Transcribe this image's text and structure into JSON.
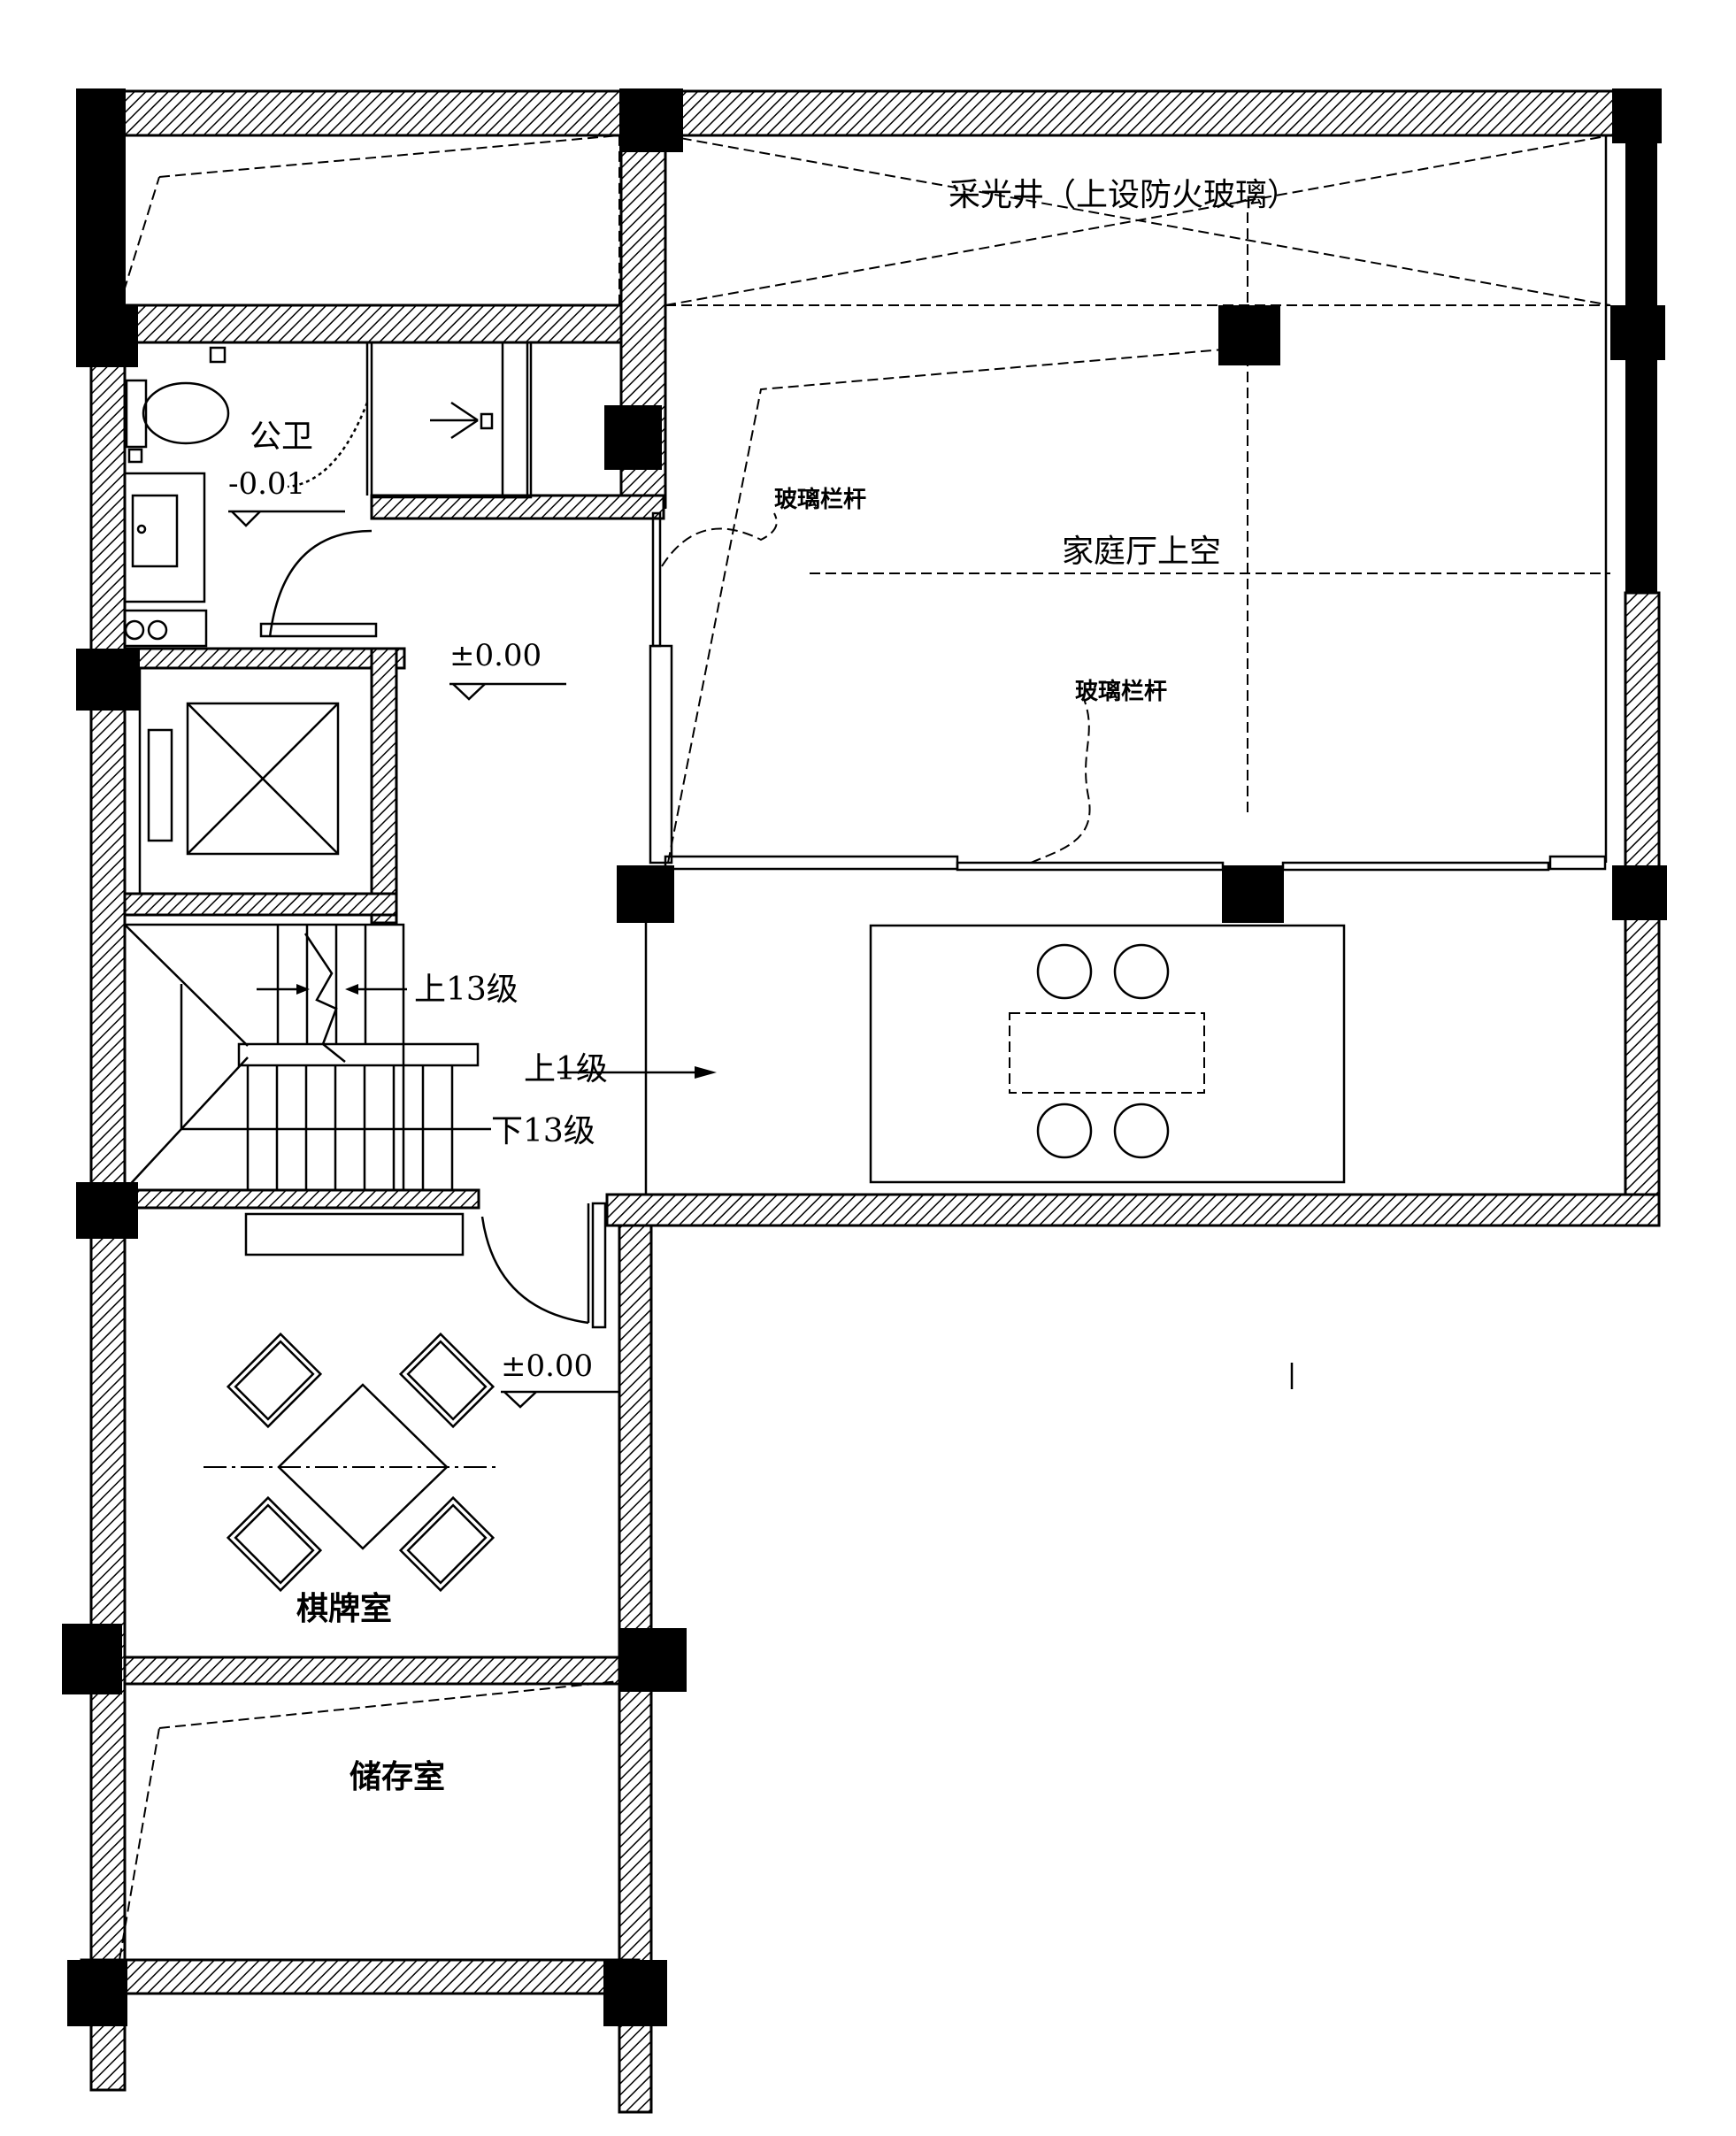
{
  "labels": {
    "skylight": "采光井（上设防火玻璃）",
    "family_hall_void": "家庭厅上空",
    "glass_railing_1": "玻璃栏杆",
    "glass_railing_2": "玻璃栏杆",
    "public_wc": "公卫",
    "wc_level": "-0.01",
    "corridor_level": "±0.00",
    "chess_level": "±0.00",
    "stair_up": "上13级",
    "stair_down": "下13级",
    "step_up": "上1级",
    "chess_room": "棋牌室",
    "storage_room": "储存室"
  }
}
